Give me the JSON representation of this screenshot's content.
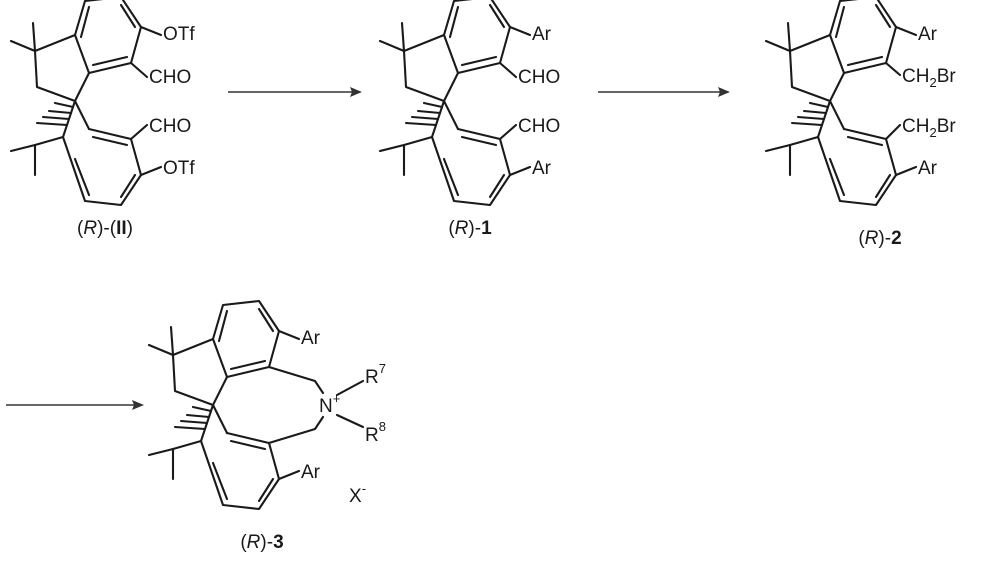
{
  "colors": {
    "ink": "#1a1a1a",
    "arrow": "#333333",
    "background": "#ffffff"
  },
  "compounds": [
    {
      "paren_open": "(",
      "config": "R",
      "paren_close": ")-",
      "suffix_open": "(",
      "id": "II",
      "suffix_close": ")",
      "substituent_top": "OTf",
      "substituent_bottom": "OTf",
      "group_upper": "CHO",
      "group_lower": "CHO"
    },
    {
      "paren_open": "(",
      "config": "R",
      "paren_close": ")-",
      "id": "1",
      "substituent_top": "Ar",
      "substituent_bottom": "Ar",
      "group_upper": "CHO",
      "group_lower": "CHO"
    },
    {
      "paren_open": "(",
      "config": "R",
      "paren_close": ")-",
      "id": "2",
      "substituent_top": "Ar",
      "substituent_bottom": "Ar",
      "group_upper_main": "CH",
      "group_upper_sub": "2",
      "group_upper_tail": "Br",
      "group_lower_main": "CH",
      "group_lower_sub": "2",
      "group_lower_tail": "Br"
    },
    {
      "paren_open": "(",
      "config": "R",
      "paren_close": ")-",
      "id": "3",
      "substituent_top": "Ar",
      "substituent_bottom": "Ar",
      "nitrogen": "N",
      "charge": "+",
      "r_upper": "R",
      "r_upper_sup": "7",
      "r_lower": "R",
      "r_lower_sup": "8",
      "counterion": "X",
      "counterion_charge": "-"
    }
  ]
}
